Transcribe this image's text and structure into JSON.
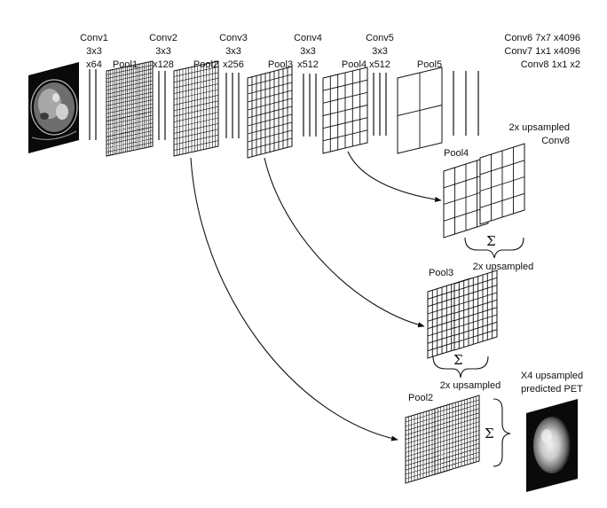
{
  "layers": {
    "conv1": [
      "Conv1",
      "3x3",
      "x64"
    ],
    "conv2": [
      "Conv2",
      "3x3",
      "x128"
    ],
    "conv3": [
      "Conv3",
      "3x3",
      "x256"
    ],
    "conv4": [
      "Conv4",
      "3x3",
      "x512"
    ],
    "conv5": [
      "Conv5",
      "3x3",
      "x512"
    ],
    "conv678": [
      "Conv6 7x7 x4096",
      "Conv7 1x1 x4096",
      "Conv8 1x1 x2"
    ]
  },
  "pools": {
    "pool1": "Pool1",
    "pool2": "Pool2",
    "pool3": "Pool3",
    "pool4": "Pool4",
    "pool5": "Pool5"
  },
  "decoder": {
    "conv8_upsampled": [
      "2x upsampled",
      "Conv8"
    ],
    "pool4_label": "Pool4",
    "sum_symbol": "Σ",
    "upsample1": "2x upsampled",
    "pool3_label": "Pool3",
    "upsample2": "2x upsampled",
    "pool2_label": "Pool2",
    "output_caption": [
      "X4 upsampled",
      "predicted PET"
    ]
  },
  "colors": {
    "line": "#111111",
    "background": "#ffffff"
  },
  "images": {
    "input": "ct-scan-image",
    "output": "predicted-pet-image"
  }
}
